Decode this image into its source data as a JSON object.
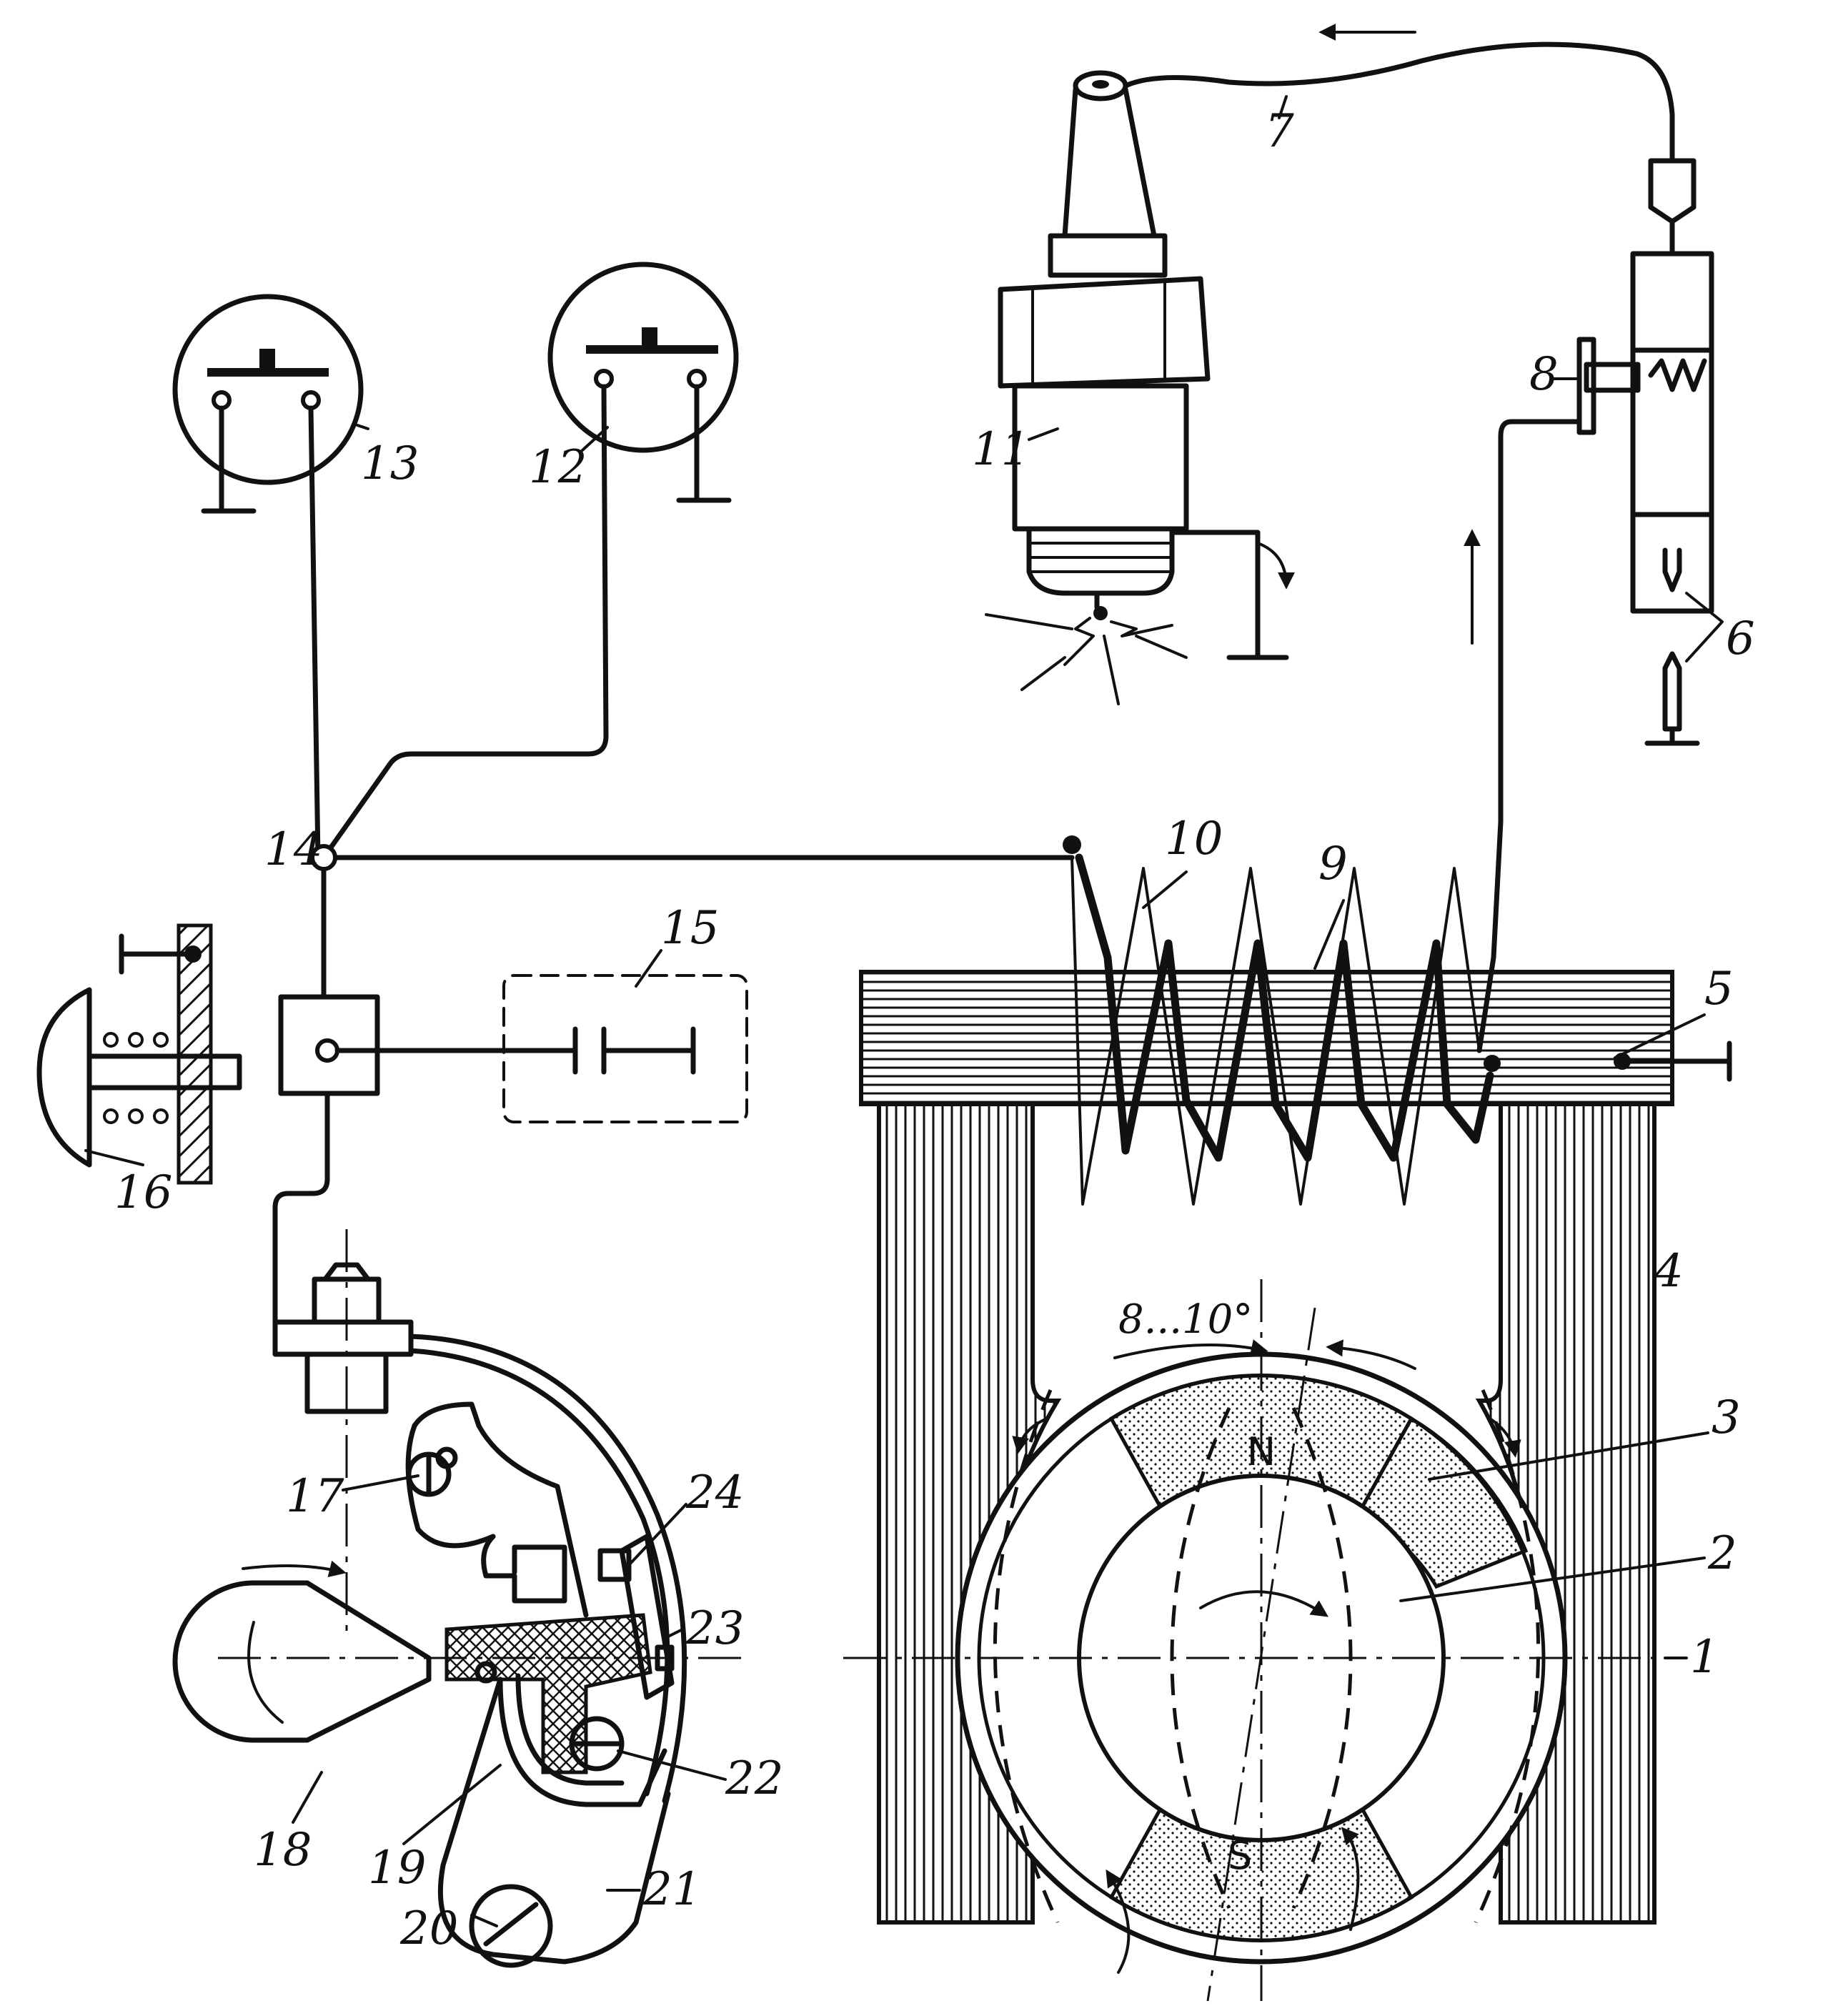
{
  "labels": {
    "l1": "1",
    "l2": "2",
    "l3": "3",
    "l4": "4",
    "l5": "5",
    "l6": "6",
    "l7": "7",
    "l8": "8",
    "l9": "9",
    "l10": "10",
    "l11": "11",
    "l12": "12",
    "l13": "13",
    "l14": "14",
    "l15": "15",
    "l16": "16",
    "l17": "17",
    "l18": "18",
    "l19": "19",
    "l20": "20",
    "l21": "21",
    "l22": "22",
    "l23": "23",
    "l24": "24"
  },
  "angle_text": "8...10°",
  "poles": {
    "north": "N",
    "south": "S"
  }
}
